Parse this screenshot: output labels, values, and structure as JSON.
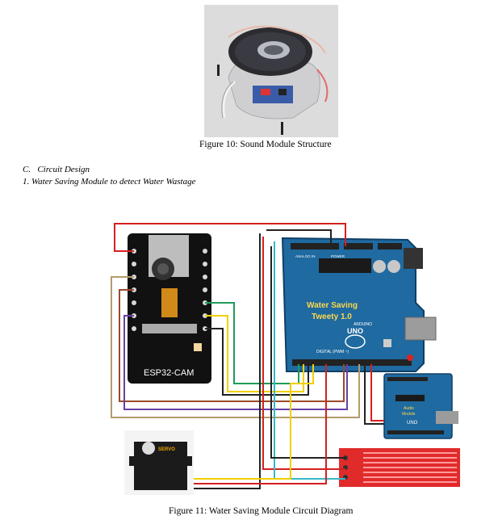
{
  "figure10": {
    "caption": "Figure 10: Sound Module Structure"
  },
  "section": {
    "heading": "C.   Circuit Design",
    "subheading": "1. Water Saving Module to detect Water Wastage"
  },
  "figure11": {
    "caption": "Figure 11: Water Saving Module Circuit Diagram",
    "esp_label": "ESP32-CAM",
    "uno_line1": "Water Saving",
    "uno_line2": "Tweety 1.0",
    "uno_brand": "UNO",
    "uno_arduino": "ARDUINO",
    "uno_digital": "DIGITAL (PWM ~)",
    "uno_power": "POWER",
    "uno_analog": "ANALOG IN",
    "audio_line1": "Audio",
    "audio_line2": "Module",
    "audio_brand": "UNO",
    "servo_label": "SERVO"
  }
}
